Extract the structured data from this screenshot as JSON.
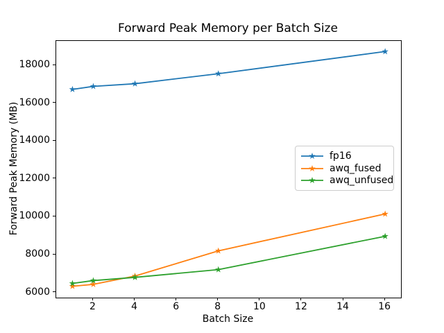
{
  "chart_data": {
    "type": "line",
    "title": "Forward Peak Memory per Batch Size",
    "xlabel": "Batch Size",
    "ylabel": "Forward Peak Memory (MB)",
    "x": [
      1,
      2,
      4,
      8,
      16
    ],
    "series": [
      {
        "name": "fp16",
        "color": "#1f77b4",
        "values": [
          16730,
          16890,
          17030,
          17560,
          18730
        ]
      },
      {
        "name": "awq_fused",
        "color": "#ff7f0e",
        "values": [
          6330,
          6430,
          6870,
          8200,
          10150
        ]
      },
      {
        "name": "awq_unfused",
        "color": "#2ca02c",
        "values": [
          6480,
          6630,
          6800,
          7210,
          8970
        ]
      }
    ],
    "marker": "star",
    "xlim": [
      0.22,
      16.76
    ],
    "ylim": [
      5730,
      19290
    ],
    "xticks": [
      2,
      4,
      6,
      8,
      10,
      12,
      14,
      16
    ],
    "yticks": [
      6000,
      8000,
      10000,
      12000,
      14000,
      16000,
      18000
    ],
    "grid": false,
    "legend_position": "center-right"
  }
}
